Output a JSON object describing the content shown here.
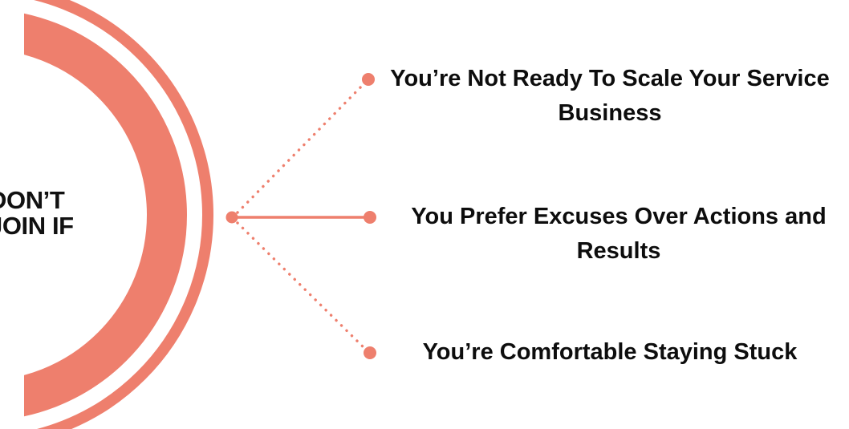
{
  "headline": {
    "text": "DON’T\nJOIN IF"
  },
  "theme": {
    "accent": "#ee7f6d",
    "text": "#0d0d0d",
    "background": "#ffffff"
  },
  "decoration": {
    "outer_arc_name": "outer-arc-ring",
    "inner_arc_name": "inner-arc-ring",
    "hub_name": "connector-hub-dot"
  },
  "items": [
    {
      "text": "You’re Not Ready To Scale Your Service Business",
      "connector_style": "dotted",
      "bullet": "bullet-dot"
    },
    {
      "text": "You Prefer Excuses Over Actions and Results",
      "connector_style": "solid",
      "bullet": "bullet-dot"
    },
    {
      "text": "You’re Comfortable Staying Stuck",
      "connector_style": "dotted",
      "bullet": "bullet-dot"
    }
  ]
}
